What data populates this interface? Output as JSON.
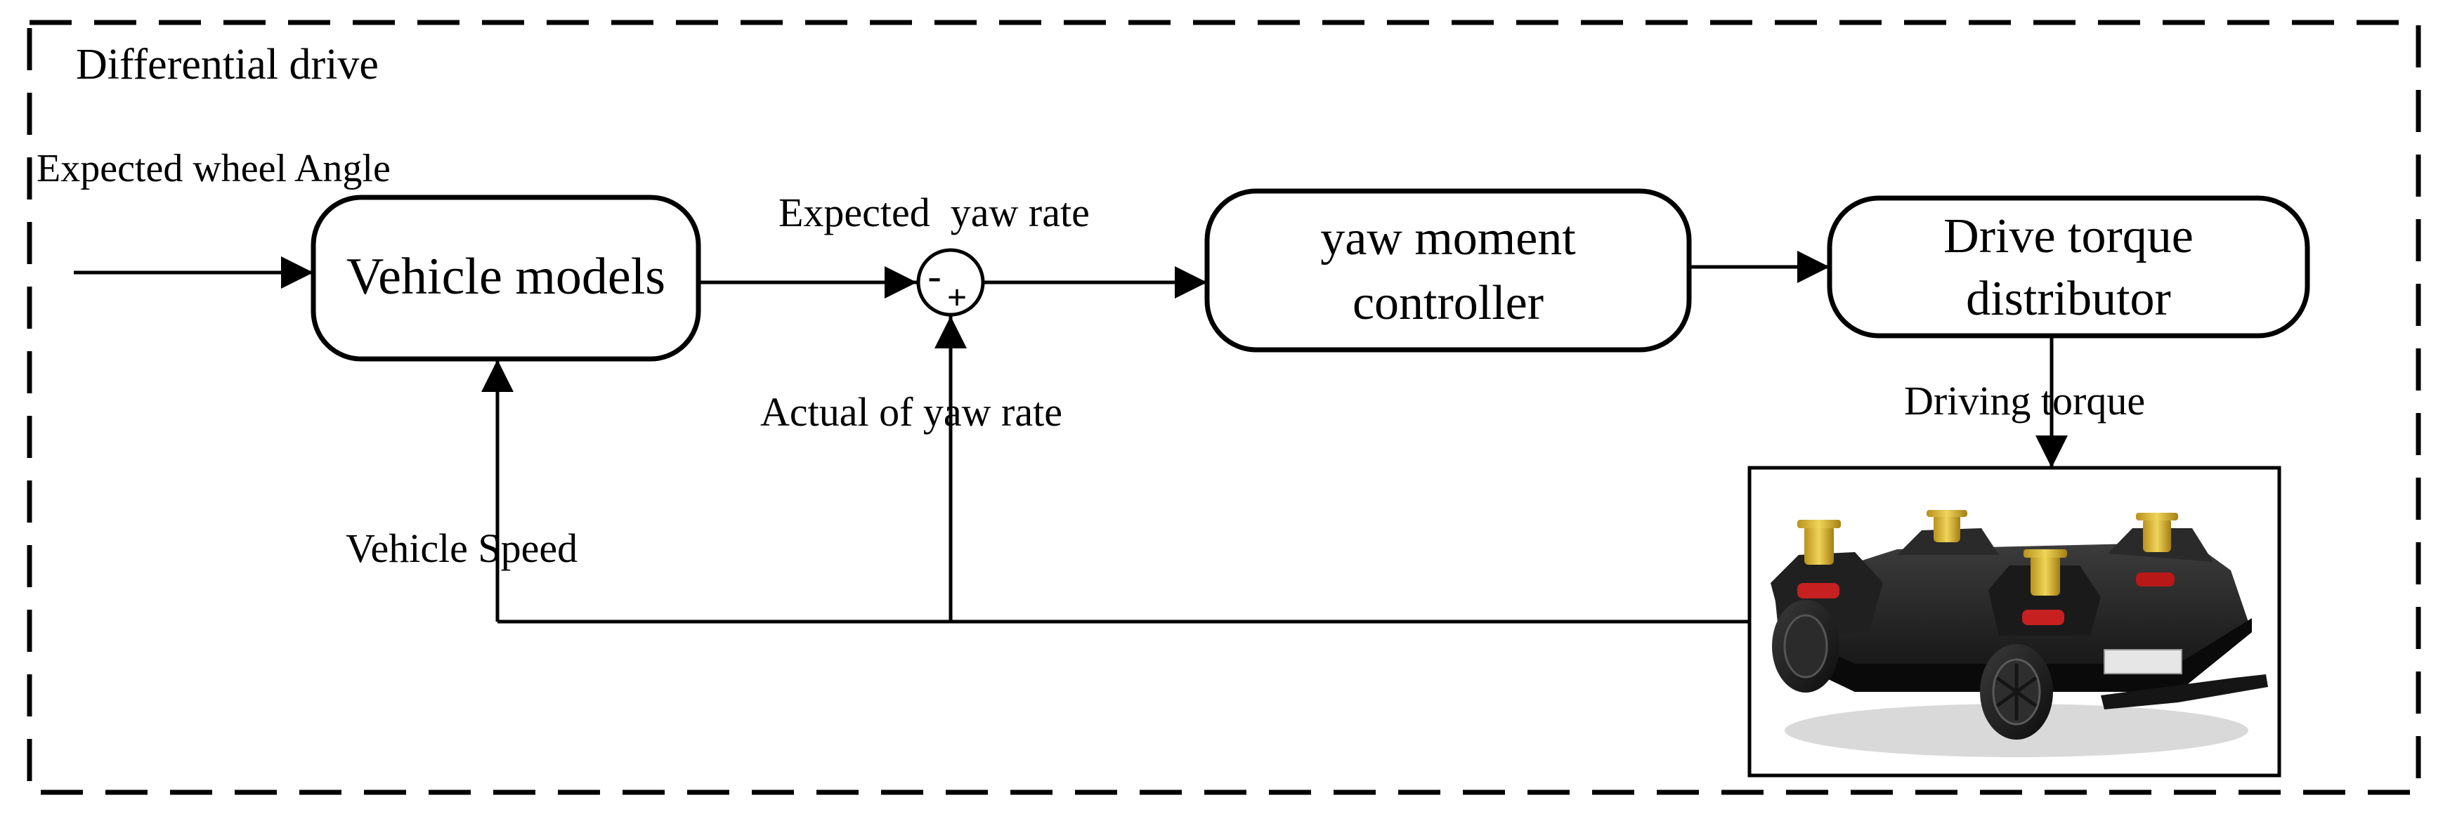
{
  "diagram": {
    "group_label": "Differential drive",
    "blocks": {
      "vehicle_models": {
        "line1": "Vehicle models"
      },
      "yaw_controller": {
        "line1": "yaw moment",
        "line2": "controller"
      },
      "torque_distributor": {
        "line1": "Drive torque",
        "line2": "distributor"
      }
    },
    "summing_junction": {
      "minus_sign": "-",
      "plus_sign": "+"
    },
    "signals": {
      "input": "Expected wheel Angle",
      "expected_yaw": "Expected  yaw rate",
      "actual_yaw": "Actual of yaw rate",
      "speed": "Vehicle Speed",
      "torque": "Driving torque"
    },
    "plant_image": {
      "icon": "vehicle-chassis-image"
    }
  }
}
